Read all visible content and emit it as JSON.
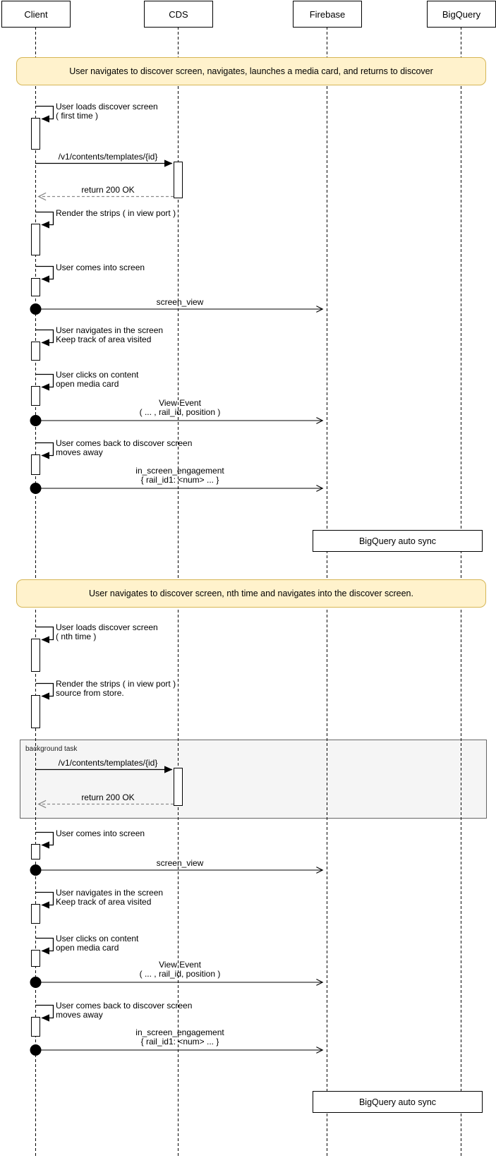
{
  "actors": [
    {
      "label": "Client"
    },
    {
      "label": "CDS"
    },
    {
      "label": "Firebase"
    },
    {
      "label": "BigQuery"
    }
  ],
  "banners": [
    {
      "text": "User navigates to discover screen, navigates, launches a media card, and returns to discover"
    },
    {
      "text": "User navigates to discover screen, nth time and navigates into the discover screen."
    }
  ],
  "self_messages": [
    {
      "line1": "User loads discover screen",
      "line2": "( first time )"
    },
    {
      "line1": "Render the strips ( in view port )",
      "line2": ""
    },
    {
      "line1": "User comes into screen",
      "line2": ""
    },
    {
      "line1": "User navigates in the screen",
      "line2": "Keep track of area visited"
    },
    {
      "line1": "User clicks on content",
      "line2": "open media card"
    },
    {
      "line1": "User comes back to discover screen",
      "line2": "moves away"
    },
    {
      "line1": "User loads discover screen",
      "line2": "( nth time )"
    },
    {
      "line1": "Render the strips ( in view port )",
      "line2": "source from store."
    },
    {
      "line1": "User comes into screen",
      "line2": ""
    },
    {
      "line1": "User navigates in the screen",
      "line2": "Keep track of area visited"
    },
    {
      "line1": "User clicks on content",
      "line2": "open media card"
    },
    {
      "line1": "User comes back to discover screen",
      "line2": "moves away"
    }
  ],
  "messages": {
    "api_call": "/v1/contents/templates/{id}",
    "api_return": "return 200 OK",
    "screen_view": "screen_view",
    "view_event_line1": "View Event",
    "view_event_line2": "( ... , rail_id, position )",
    "engagement_line1": "in_screen_engagement",
    "engagement_line2": "{ rail_id1: <num> ... }"
  },
  "frame": {
    "label": "background task"
  },
  "sync_box": {
    "label": "BigQuery auto sync"
  },
  "colors": {
    "banner_bg": "#fff2cc",
    "banner_border": "#d6b656",
    "frame_bg": "#f5f5f5",
    "line": "#000000",
    "return_line": "#999999"
  }
}
